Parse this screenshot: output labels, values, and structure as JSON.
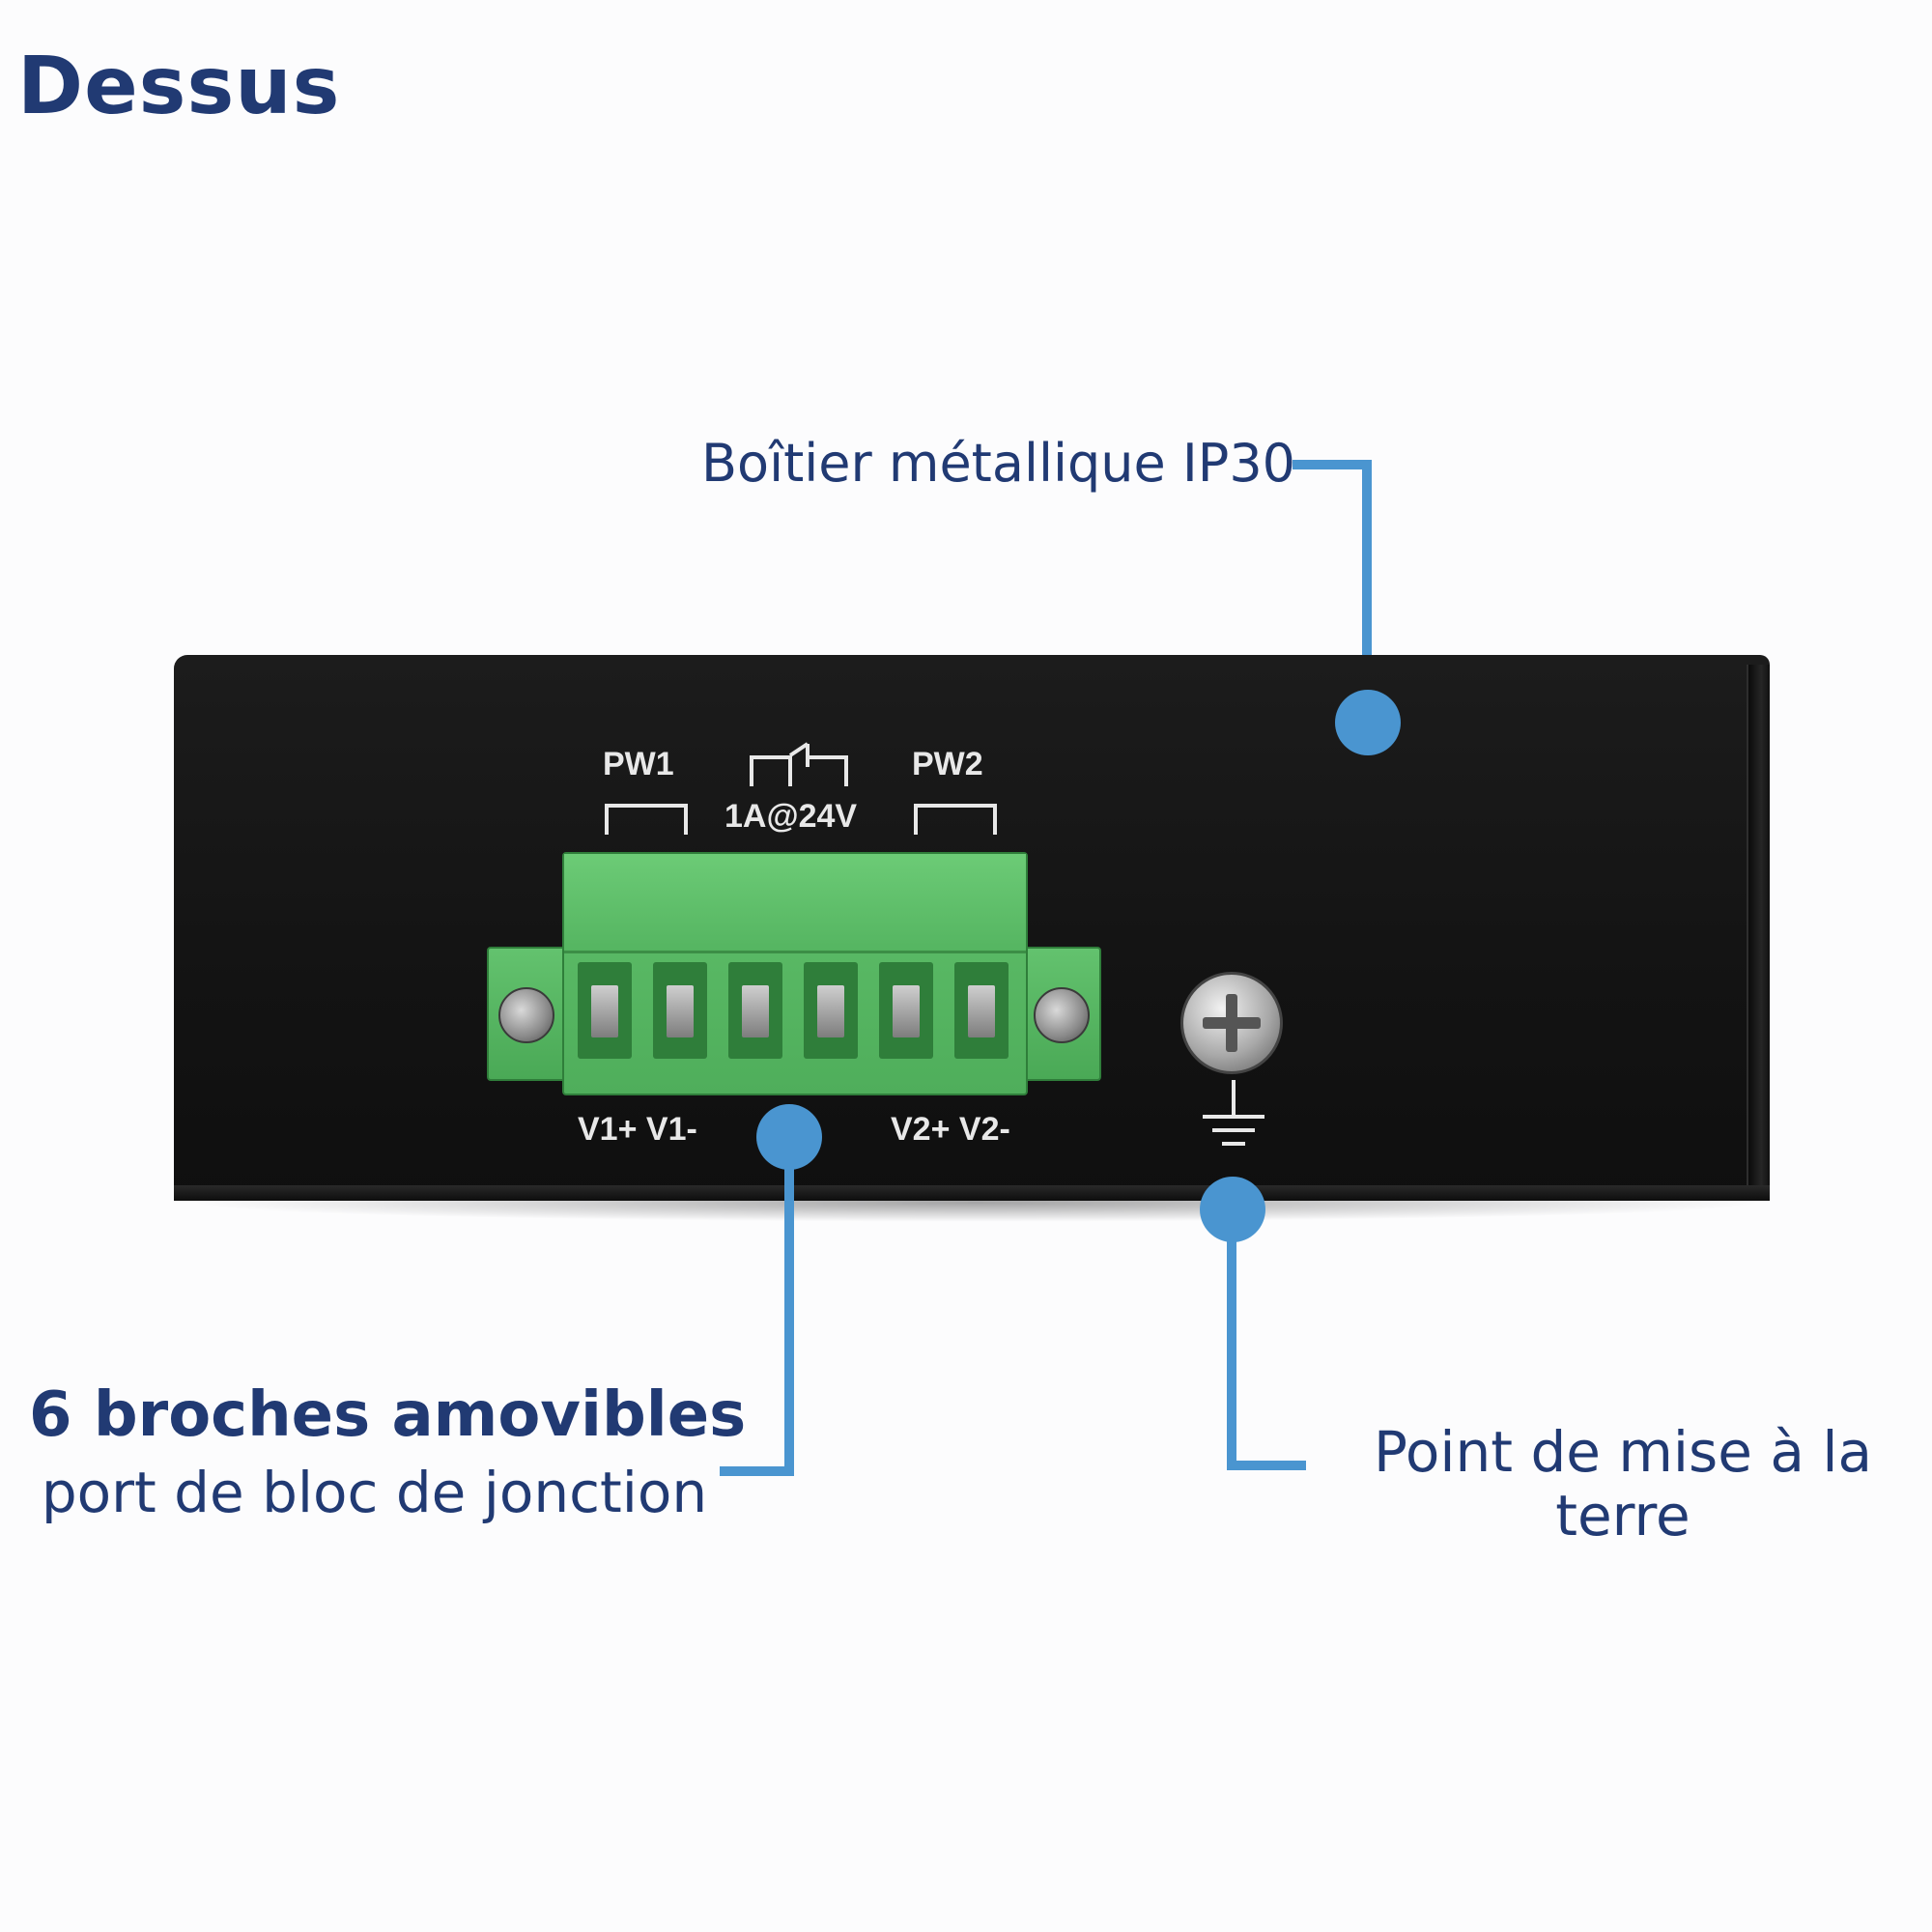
{
  "title": "Dessus",
  "callouts": {
    "enclosure": "Boîtier métallique IP30",
    "terminal_line1": "6 broches amovibles",
    "terminal_line2": "port de bloc de jonction",
    "ground": "Point de mise à la terre"
  },
  "device_labels": {
    "pw1": "PW1",
    "pw2": "PW2",
    "relay": "1A@24V",
    "v1": "V1+ V1-",
    "v2": "V2+ V2-"
  },
  "colors": {
    "title": "#213a73",
    "callout_accent": "#4a95d0",
    "terminal_green": "#55b561",
    "device_body": "#151515"
  }
}
